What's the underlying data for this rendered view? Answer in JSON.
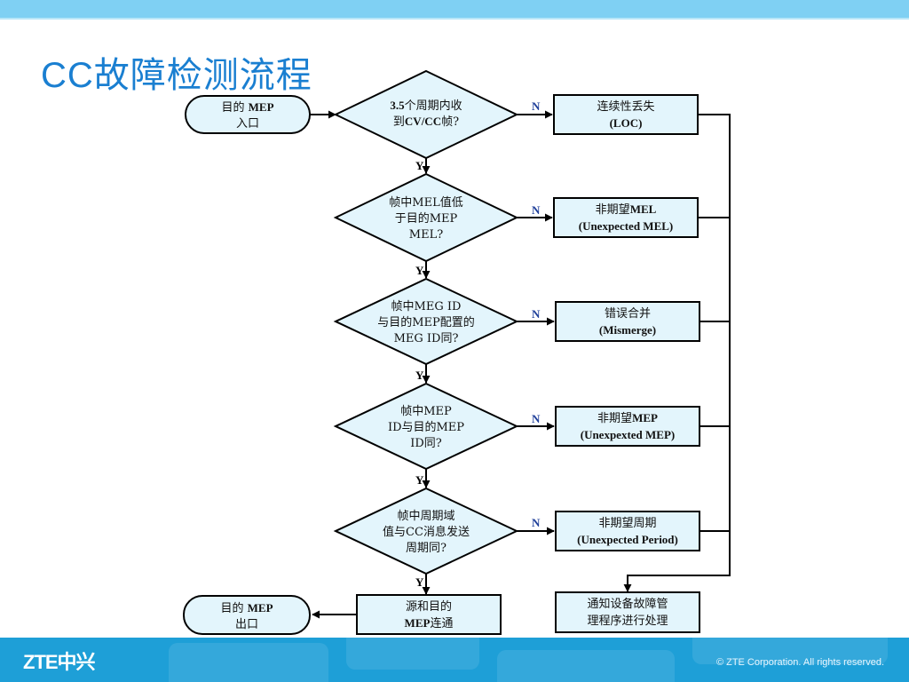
{
  "slide": {
    "title": "CC故障检测流程",
    "footer_logo": "ZTE中兴",
    "footer_copyright": "© ZTE Corporation. All rights reserved."
  },
  "colors": {
    "node_fill": "#e3f5fc",
    "stroke": "#000000",
    "title": "#1a7fd1",
    "footer": "#1e9fd7",
    "yes_label": "#000000",
    "no_label": "#1f3f9a"
  },
  "start": {
    "line1_a": "目的 ",
    "line1_b": "MEP",
    "line2": "入口"
  },
  "end": {
    "line1_a": "目的 ",
    "line1_b": "MEP",
    "line2": "出口"
  },
  "decisions": [
    {
      "l1_a": "3.5",
      "l1_b": "个周期内收",
      "l2_a": "到",
      "l2_b": "CV/CC",
      "l2_c": "帧?"
    },
    {
      "l1": "帧中MEL值低",
      "l2": "于目的MEP",
      "l3": "MEL?"
    },
    {
      "l1": "帧中MEG ID",
      "l2": "与目的MEP配置的",
      "l3": "MEG ID同?"
    },
    {
      "l1": "帧中MEP",
      "l2": "ID与目的MEP",
      "l3": "ID同?"
    },
    {
      "l1": "帧中周期域",
      "l2": "值与CC消息发送",
      "l3": "周期同?"
    }
  ],
  "errors": [
    {
      "l1_a": "连续性丢失",
      "l1_b": "",
      "l2": "(LOC)"
    },
    {
      "l1_a": "非期望",
      "l1_b": "MEL",
      "l2": "(Unexpected MEL)"
    },
    {
      "l1_a": "错误合并",
      "l1_b": "",
      "l2": "(Mismerge)"
    },
    {
      "l1_a": "非期望",
      "l1_b": "MEP",
      "l2": "(Unexpexted MEP)"
    },
    {
      "l1_a": "非期望周期",
      "l1_b": "",
      "l2": "(Unexpected Period)"
    }
  ],
  "notify": {
    "l1": "通知设备故障管",
    "l2": "理程序进行处理"
  },
  "connected": {
    "l1": "源和目的",
    "l2_a": "MEP",
    "l2_b": "连通"
  },
  "labels": {
    "yes": "Y",
    "no": "N"
  }
}
